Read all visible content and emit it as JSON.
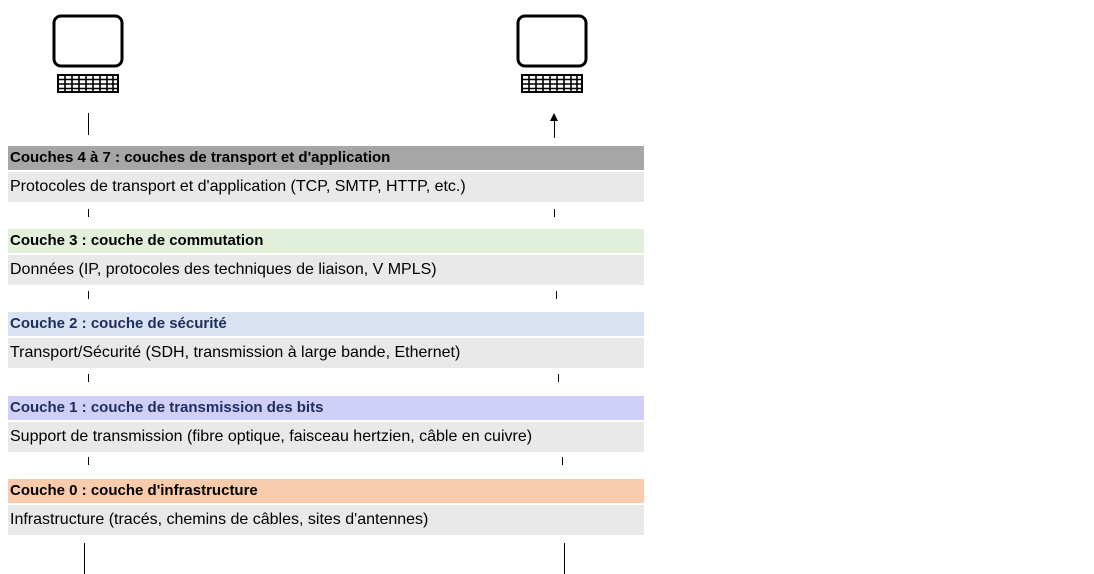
{
  "colors": {
    "layer4_7_header": "#a6a6a6",
    "layer3_header": "#e2efda",
    "layer2_header": "#dae3f3",
    "layer1_header": "#cfcff8",
    "layer0_header": "#f8cbad",
    "body_background": "#e9e9e9",
    "layer3_title_text": "#000000",
    "layer2_title_text": "#1f2d5c",
    "layer1_title_text": "#1f2d5c",
    "layer0_title_text": "#000000"
  },
  "icons": {
    "left_computer": "computer-icon",
    "right_computer": "computer-icon"
  },
  "layers": [
    {
      "title": "Couches 4 à 7 : couches de transport et d'application",
      "description": "Protocoles de transport et d'application (TCP, SMTP, HTTP, etc.)"
    },
    {
      "title": "Couche 3 : couche de commutation",
      "description": "Données (IP, protocoles des techniques de liaison, V MPLS)"
    },
    {
      "title": "Couche 2 : couche de sécurité",
      "description": "Transport/Sécurité (SDH, transmission à large bande, Ethernet)"
    },
    {
      "title": "Couche 1 : couche de transmission des bits",
      "description": "Support de transmission (fibre optique, faisceau hertzien, câble en cuivre)"
    },
    {
      "title": "Couche 0 : couche d'infrastructure",
      "description": "Infrastructure (tracés, chemins de câbles, sites d'antennes)"
    }
  ]
}
